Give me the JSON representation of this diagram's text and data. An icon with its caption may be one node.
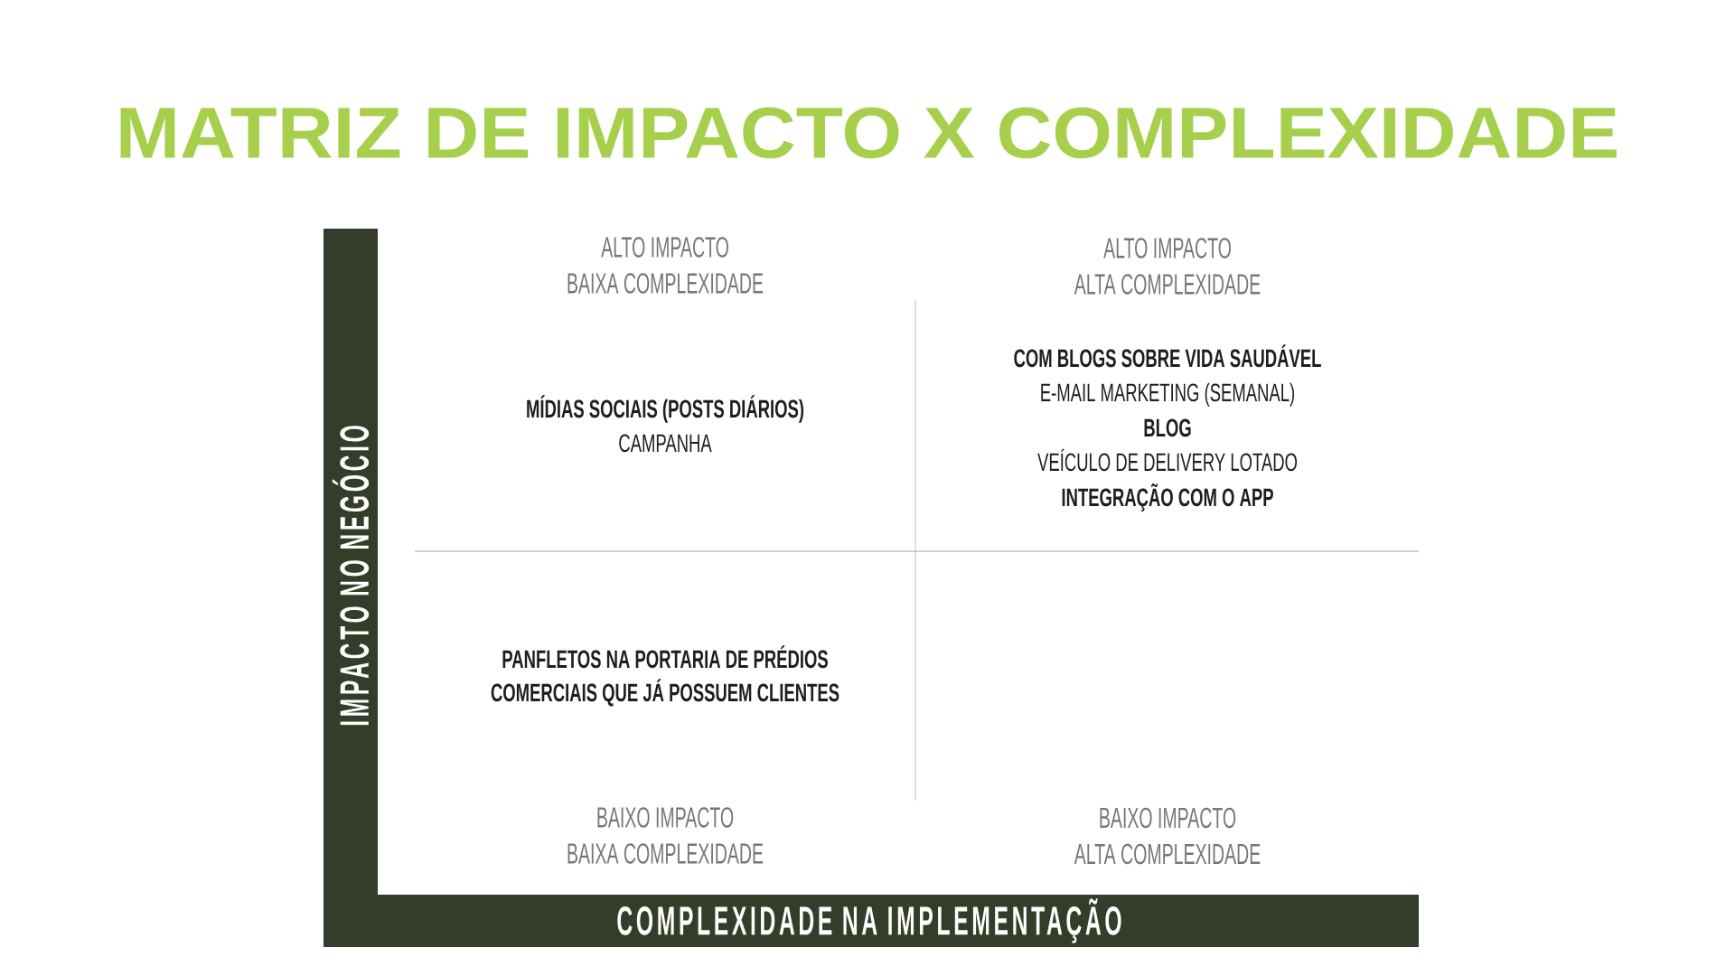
{
  "diagram": {
    "title": "MATRIZ DE IMPACTO X COMPLEXIDADE",
    "nodes": [
      {
        "text": [
          "IMPACTO NO NEGÓCIO"
        ]
      },
      {
        "text": [
          "COMPLEXIDADE NA IMPLEMENTAÇÃO"
        ]
      }
    ],
    "labels": [
      "ALTO IMPACTO BAIXA COMPLEXIDADE",
      "ALTO IMPACTO ALTA COMPLEXIDADE",
      "MÍDIAS SOCIAIS (POSTS DIÁRIOS)",
      "CAMPANHA",
      "COM BLOGS SOBRE VIDA SAUDÁVEL",
      "E-MAIL MARKETING (SEMANAL)",
      "BLOG",
      "VEÍCULO DE DELIVERY LOTADO",
      "INTEGRAÇÃO COM O APP",
      "PANFLETOS NA PORTARIA DE PRÉDIOS COMERCIAIS QUE JÁ POSSUEM CLIENTES",
      "BAIXO IMPACTO BAIXA COMPLEXIDADE",
      "BAIXO IMPACTO ALTA COMPLEXIDADE"
    ]
  }
}
